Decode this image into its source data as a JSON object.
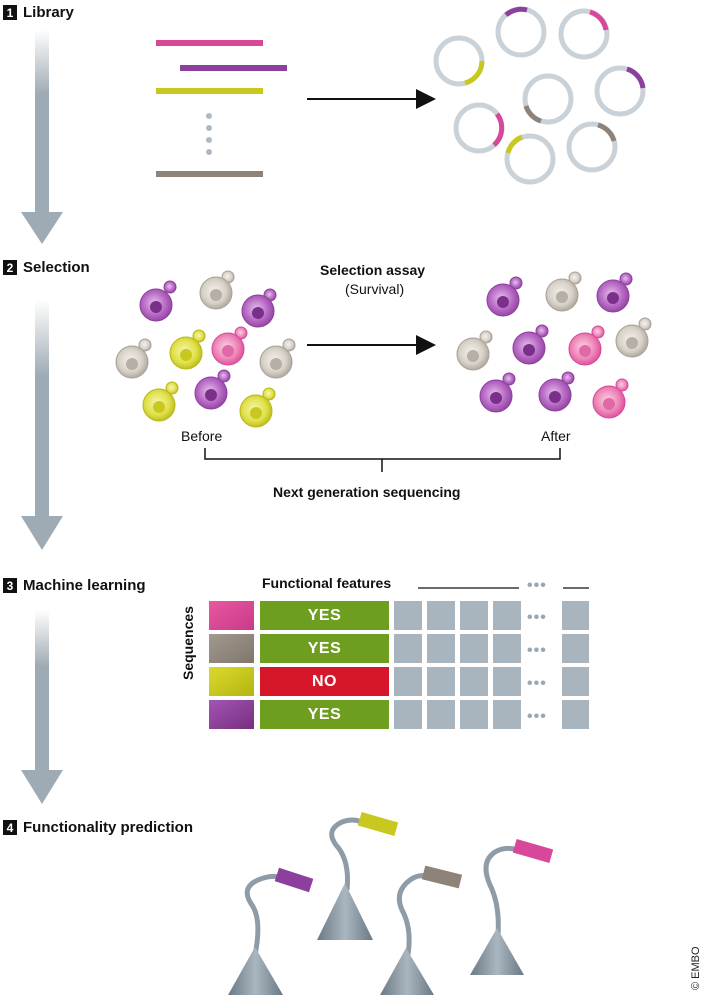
{
  "steps": [
    {
      "num": "1",
      "label": "Library"
    },
    {
      "num": "2",
      "label": "Selection"
    },
    {
      "num": "3",
      "label": "Machine learning"
    },
    {
      "num": "4",
      "label": "Functionality prediction"
    }
  ],
  "colors": {
    "magenta": "#d8489a",
    "purple": "#8c3f9c",
    "yellow": "#c8c81e",
    "taupe": "#8e8378",
    "arrow_gray": "#9fabb4",
    "plasmid": "#c9d2d9",
    "yes_green": "#6e9e1f",
    "no_red": "#d6172a",
    "feature_gray": "#a9b5be"
  },
  "selection": {
    "assay_title": "Selection assay",
    "assay_subtitle": "(Survival)",
    "before": "Before",
    "after": "After",
    "sequencing": "Next generation sequencing"
  },
  "ml": {
    "header": "Functional features",
    "axis_label": "Sequences",
    "ellipsis": "•••",
    "rows": [
      {
        "color": "magenta",
        "value": "YES"
      },
      {
        "color": "taupe",
        "value": "YES"
      },
      {
        "color": "yellow",
        "value": "NO"
      },
      {
        "color": "purple",
        "value": "YES"
      }
    ]
  },
  "copyright": "© EMBO"
}
